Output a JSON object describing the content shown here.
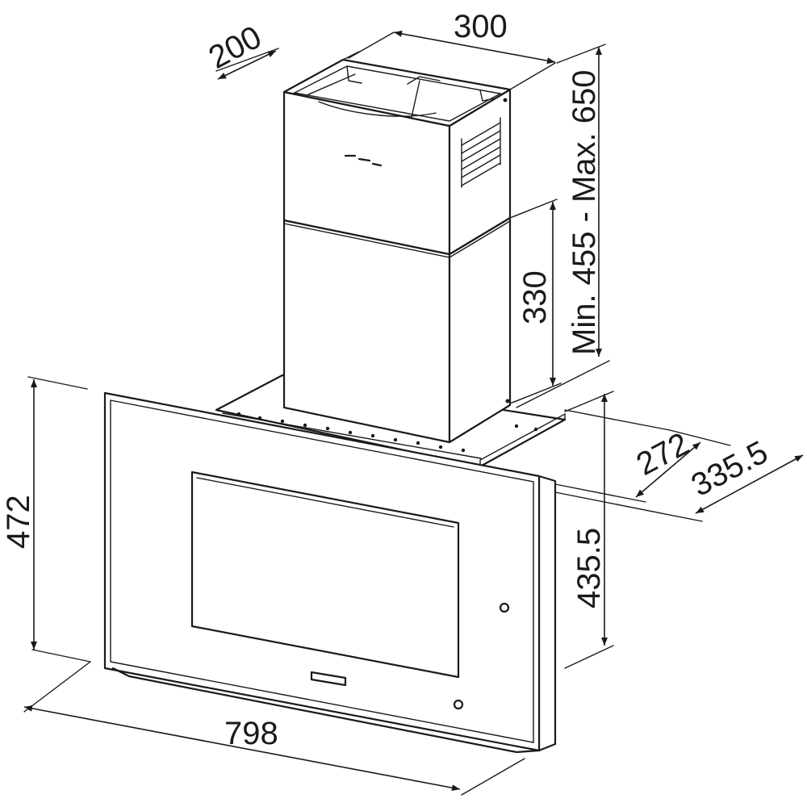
{
  "dimensions": {
    "chimney_depth": "200",
    "chimney_width": "300",
    "chimney_height_range": "Min. 455 - Max. 650",
    "lower_chimney_height": "330",
    "hood_height": "472",
    "panel_height": "435.5",
    "mount_depth": "272",
    "total_depth": "335.5",
    "hood_width": "798"
  },
  "colors": {
    "line": "#1a1a1a",
    "background": "#ffffff"
  }
}
